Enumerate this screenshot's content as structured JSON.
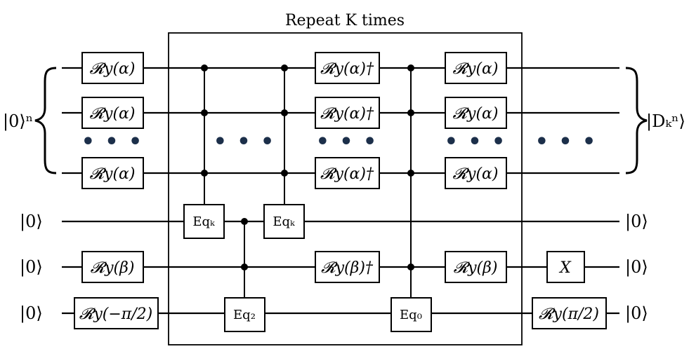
{
  "repeat_label": "Repeat K times",
  "input_labels": {
    "register": "|0⟩ⁿ",
    "ancilla_a": "|0⟩",
    "ancilla_b": "|0⟩",
    "ancilla_c": "|0⟩"
  },
  "output_labels": {
    "register": "|Dₖⁿ⟩",
    "ancilla_a": "|0⟩",
    "ancilla_b": "|0⟩",
    "ancilla_c": "|0⟩"
  },
  "gates": {
    "ry_alpha": "𝓡y(α)",
    "ry_alpha_dagger": "𝓡y(α)†",
    "ry_beta": "𝓡y(β)",
    "ry_beta_dagger": "𝓡y(β)†",
    "ry_minus_pi_half": "𝓡y(−π/2)",
    "ry_pi_half": "𝓡y(π/2)",
    "x": "X",
    "eq_k": "Eqₖ",
    "eq_2": "Eq₂",
    "eq_0": "Eq₀"
  },
  "ellipsis": "• • •"
}
